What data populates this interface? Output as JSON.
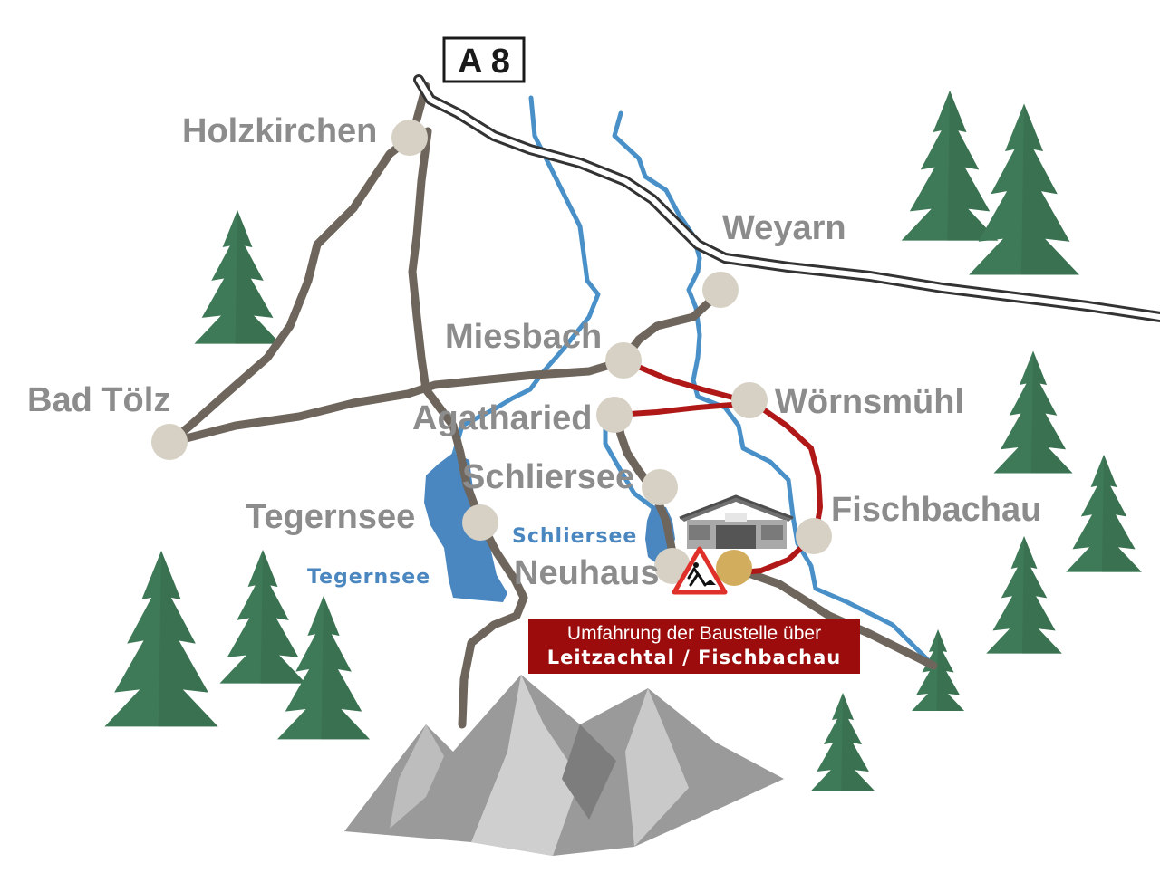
{
  "motorway": {
    "label": "A 8"
  },
  "towns": {
    "holzkirchen": "Holzkirchen",
    "weyarn": "Weyarn",
    "miesbach": "Miesbach",
    "woernsmuehl": "Wörnsmühl",
    "bad_toelz": "Bad Tölz",
    "agatharied": "Agatharied",
    "schliersee": "Schliersee",
    "fischbachau": "Fischbachau",
    "tegernsee": "Tegernsee",
    "neuhaus": "Neuhaus"
  },
  "lakes": {
    "schliersee": "Schliersee",
    "tegernsee": "Tegernsee"
  },
  "detour_note": {
    "line1": "Umfahrung der Baustelle über",
    "line2": "Leitzachtal / Fischbachau"
  },
  "colors": {
    "road": "#6e655c",
    "motorway_fill": "#ffffff",
    "motorway_outline": "#333333",
    "river": "#4a90c8",
    "lake": "#4a86bf",
    "detour_route": "#b01818",
    "town_marker": "#d6d1c4",
    "destination_marker": "#d2ad5e",
    "tree": "#3f7a58",
    "mountain": "#8f8f8f",
    "note_background": "#9c0c0c"
  },
  "icons": [
    "construction-warning-icon",
    "house-icon",
    "tree-icon",
    "mountain-icon"
  ]
}
